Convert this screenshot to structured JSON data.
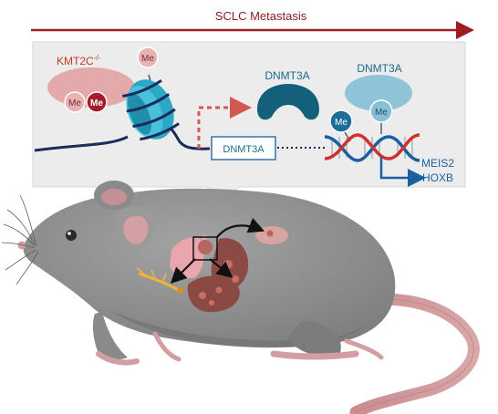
{
  "header": {
    "title": "SCLC Metastasis",
    "arrow_color": "#9e1b20"
  },
  "panel": {
    "background": "#eeeeee",
    "kmt2c_label": "KMT2C",
    "kmt2c_superscript": "-/-",
    "methyl_mark": "Me",
    "dnmt3a_enzyme_label": "DNMT3A",
    "dnmt3a_gene_box_label": "DNMT3A",
    "dnmt3a_bound_label": "DNMT3A",
    "methyl_on_dna_1": "Me",
    "methyl_on_dna_2": "Me",
    "target_gene_1": "MEIS2",
    "target_gene_2": "HOXB"
  },
  "colors": {
    "accent_red": "#c0392b",
    "nucleosome_teal": "#2aa9c6",
    "dnmt3a_dark": "#1b6b87",
    "dna_blue": "#1a5fa0",
    "dna_red": "#d0312d",
    "mouse_gray": "#8f8f8f",
    "mouse_pink": "#d9a2a6",
    "tumor": "#b3675e",
    "liver": "#8a4a43"
  },
  "icons": {
    "nucleosome": "nucleosome-icon",
    "dnmt3a": "dnmt3a-enzyme-icon",
    "dna": "dna-helix-icon",
    "mouse": "mouse-illustration"
  }
}
